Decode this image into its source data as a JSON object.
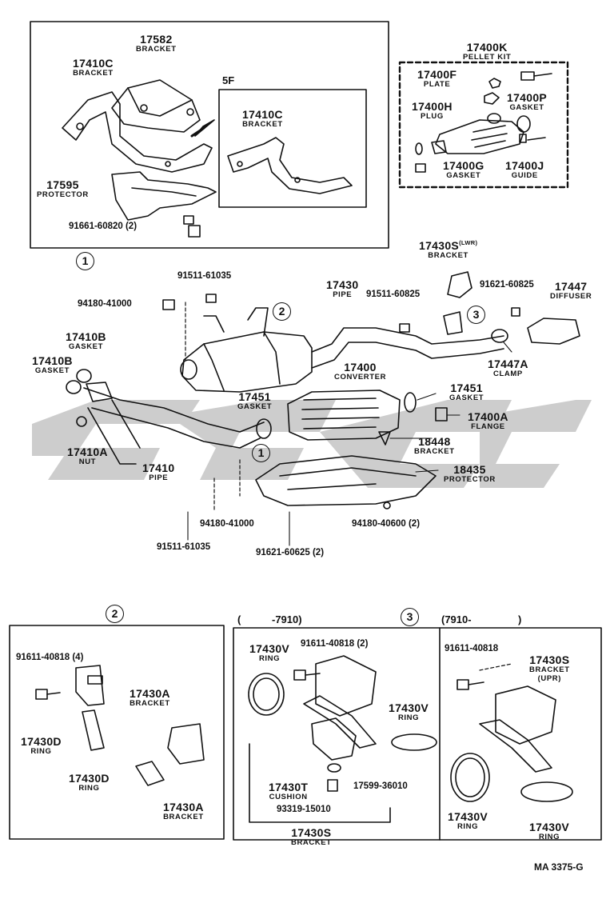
{
  "diagram_id": "MA 3375-G",
  "watermark": {
    "color": "#c8c8c8"
  },
  "top_inset": {
    "variant_label": "5F",
    "ref_circle": "1",
    "parts": {
      "p17582": {
        "number": "17582",
        "desc": "BRACKET"
      },
      "p17410c": {
        "number": "17410C",
        "desc": "BRACKET"
      },
      "p17410c_5f": {
        "number": "17410C",
        "desc": "BRACKET"
      },
      "p17595": {
        "number": "17595",
        "desc": "PROTECTOR"
      },
      "p91661": {
        "number": "91661-60820 (2)"
      }
    }
  },
  "pellet_kit": {
    "p17400k": {
      "number": "17400K",
      "desc": "PELLET KIT"
    },
    "p17400f": {
      "number": "17400F",
      "desc": "PLATE"
    },
    "p17400p": {
      "number": "17400P",
      "desc": "GASKET"
    },
    "p17400h": {
      "number": "17400H",
      "desc": "PLUG"
    },
    "p17400g": {
      "number": "17400G",
      "desc": "GASKET"
    },
    "p17400j": {
      "number": "17400J",
      "desc": "GUIDE"
    }
  },
  "main": {
    "p17430s_lwr": {
      "number": "17430S",
      "suffix": "(LWR)",
      "desc": "BRACKET"
    },
    "p91511_a": {
      "number": "91511-61035"
    },
    "p94180_a": {
      "number": "94180-41000"
    },
    "ref2": "2",
    "ref3": "3",
    "ref1": "1",
    "p17430": {
      "number": "17430",
      "desc": "PIPE"
    },
    "p91511_b": {
      "number": "91511-60825"
    },
    "p91621_a": {
      "number": "91621-60825"
    },
    "p17447": {
      "number": "17447",
      "desc": "DIFFUSER"
    },
    "p17410b_1": {
      "number": "17410B",
      "desc": "GASKET"
    },
    "p17410b_2": {
      "number": "17410B",
      "desc": "GASKET"
    },
    "p17447a": {
      "number": "17447A",
      "desc": "CLAMP"
    },
    "p17400": {
      "number": "17400",
      "desc": "CONVERTER"
    },
    "p17451_r": {
      "number": "17451",
      "desc": "GASKET"
    },
    "p17451_l": {
      "number": "17451",
      "desc": "GASKET"
    },
    "p17400a": {
      "number": "17400A",
      "desc": "FLANGE"
    },
    "p18448": {
      "number": "18448",
      "desc": "BRACKET"
    },
    "p17410a": {
      "number": "17410A",
      "desc": "NUT"
    },
    "p17410": {
      "number": "17410",
      "desc": "PIPE"
    },
    "p18435": {
      "number": "18435",
      "desc": "PROTECTOR"
    },
    "p94180_b": {
      "number": "94180-41000"
    },
    "p94180_c": {
      "number": "94180-40600 (2)"
    },
    "p91511_c": {
      "number": "91511-61035"
    },
    "p91621_b": {
      "number": "91621-60625 (2)"
    }
  },
  "box2": {
    "ref": "2",
    "p91611": {
      "number": "91611-40818 (4)"
    },
    "p17430a_1": {
      "number": "17430A",
      "desc": "BRACKET"
    },
    "p17430d_1": {
      "number": "17430D",
      "desc": "RING"
    },
    "p17430d_2": {
      "number": "17430D",
      "desc": "RING"
    },
    "p17430a_2": {
      "number": "17430A",
      "desc": "BRACKET"
    }
  },
  "box3": {
    "ref": "3",
    "range_left_open": "(",
    "range_left_close": "-7910)",
    "range_right_open": "(7910-",
    "range_right_close": ")",
    "p17430v_1": {
      "number": "17430V",
      "desc": "RING"
    },
    "p91611_a": {
      "number": "91611-40818 (2)"
    },
    "p17430v_2": {
      "number": "17430V",
      "desc": "RING"
    },
    "p17430t": {
      "number": "17430T",
      "desc": "CUSHION"
    },
    "p17599": {
      "number": "17599-36010"
    },
    "p93319": {
      "number": "93319-15010"
    },
    "p17430s": {
      "number": "17430S",
      "desc": "BRACKET"
    },
    "p91611_b": {
      "number": "91611-40818"
    },
    "p17430s_upr": {
      "number": "17430S",
      "desc": "BRACKET",
      "desc2": "(UPR)"
    },
    "p17430v_3": {
      "number": "17430V",
      "desc": "RING"
    },
    "p17430v_4": {
      "number": "17430V",
      "desc": "RING"
    }
  }
}
